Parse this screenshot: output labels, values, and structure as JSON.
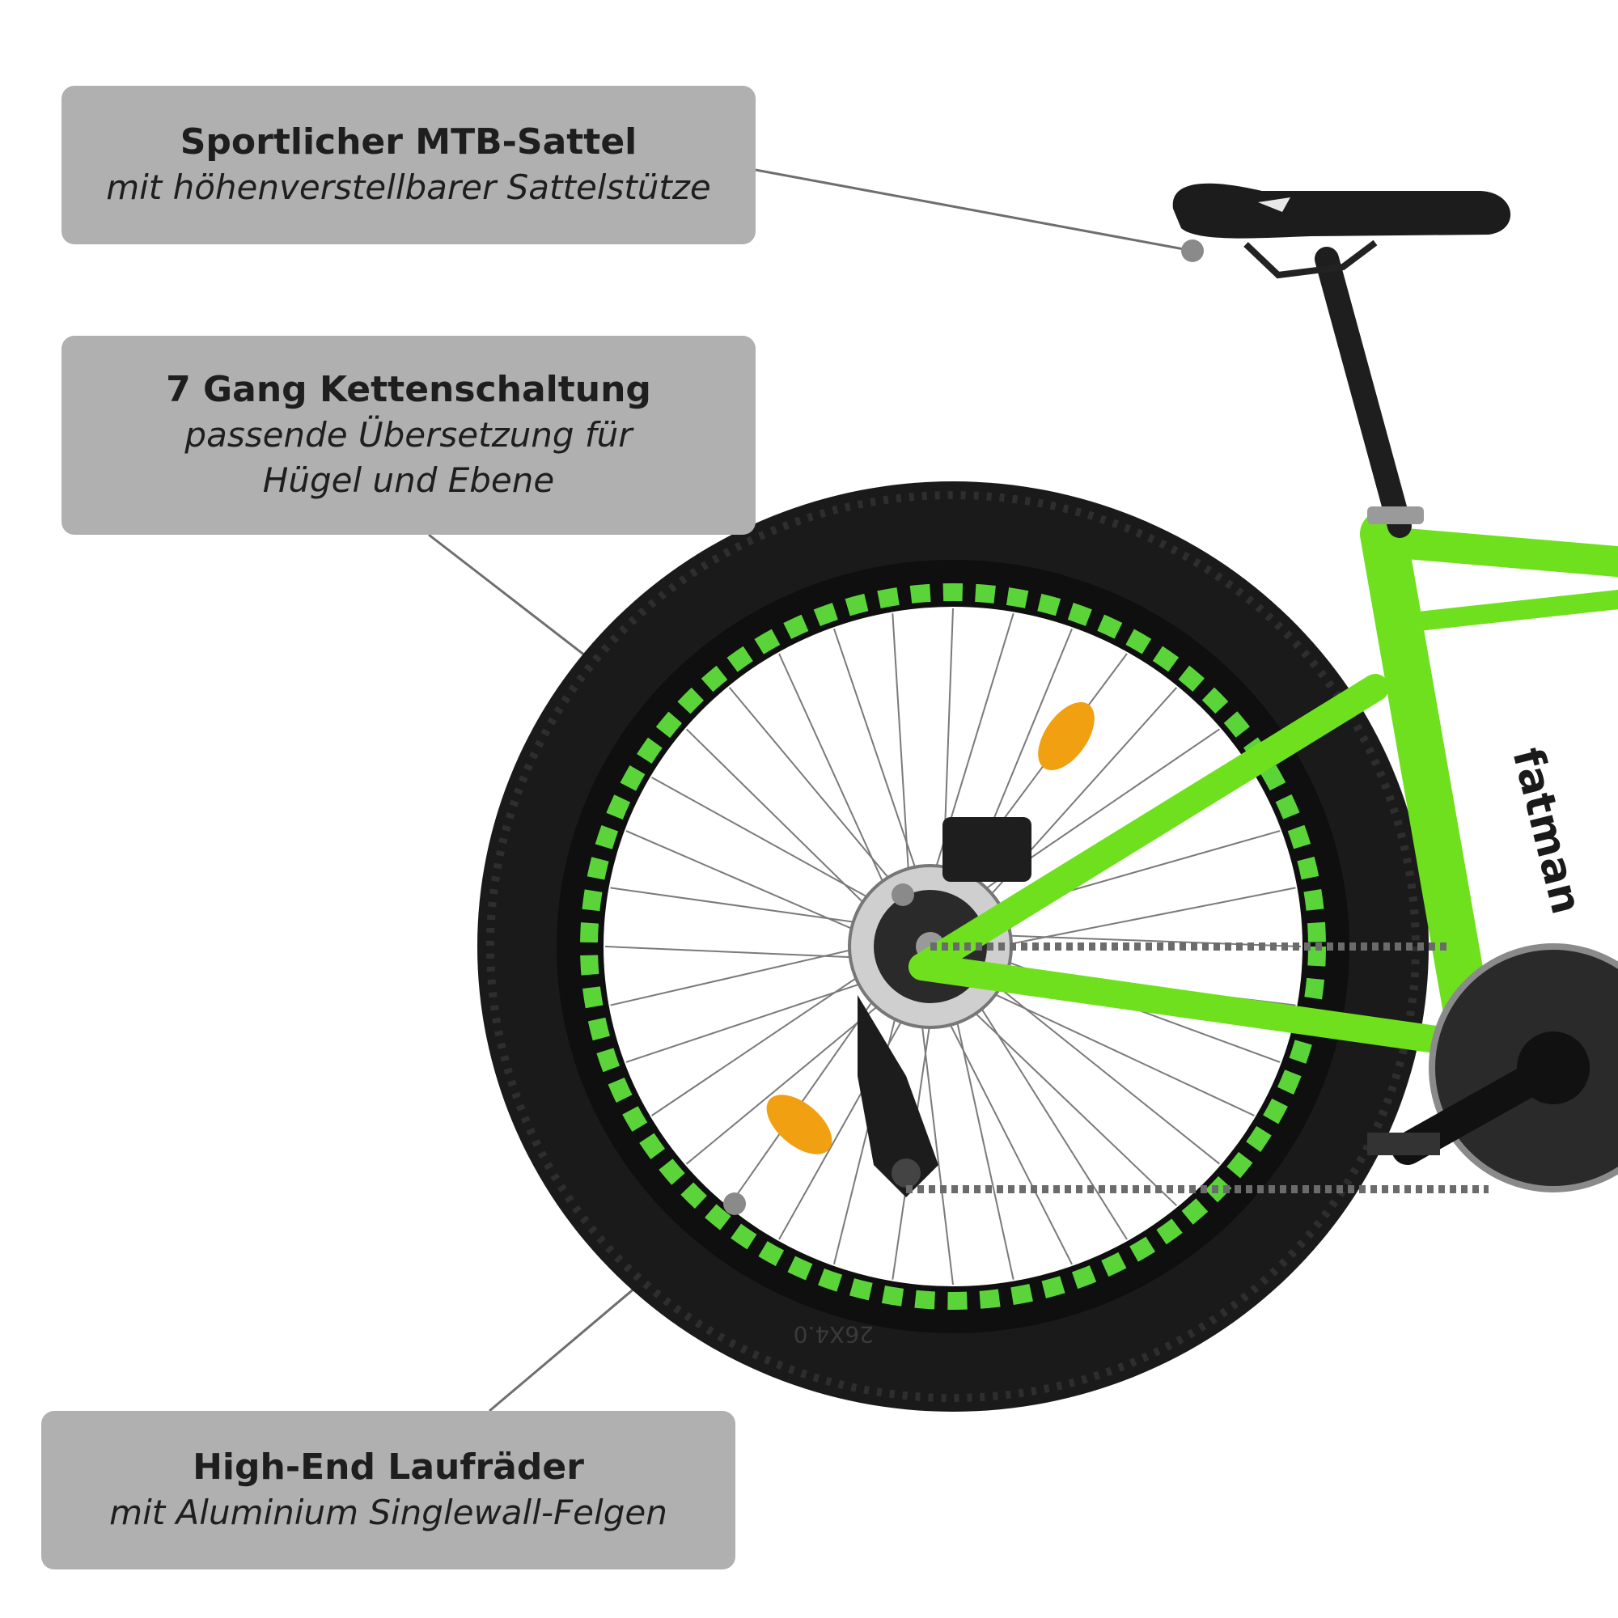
{
  "callouts": {
    "saddle": {
      "title": "Sportlicher MTB-Sattel",
      "line1": "mit höhenverstellbarer Sattelstütze"
    },
    "gears": {
      "title": "7 Gang Kettenschaltung",
      "line1": "passende Übersetzung für",
      "line2": "Hügel und Ebene"
    },
    "wheels": {
      "title": "High-End Laufräder",
      "line1": "mit Aluminium Singlewall-Felgen"
    }
  },
  "bike": {
    "brand": "fatman",
    "tire_marking": "26X4.0"
  },
  "colors": {
    "callout_bg": "#b0b0b0",
    "frame_green": "#6fe01e",
    "rim_green": "#5bd43a",
    "reflector": "#f0a010",
    "tire": "#1a1a1a"
  }
}
